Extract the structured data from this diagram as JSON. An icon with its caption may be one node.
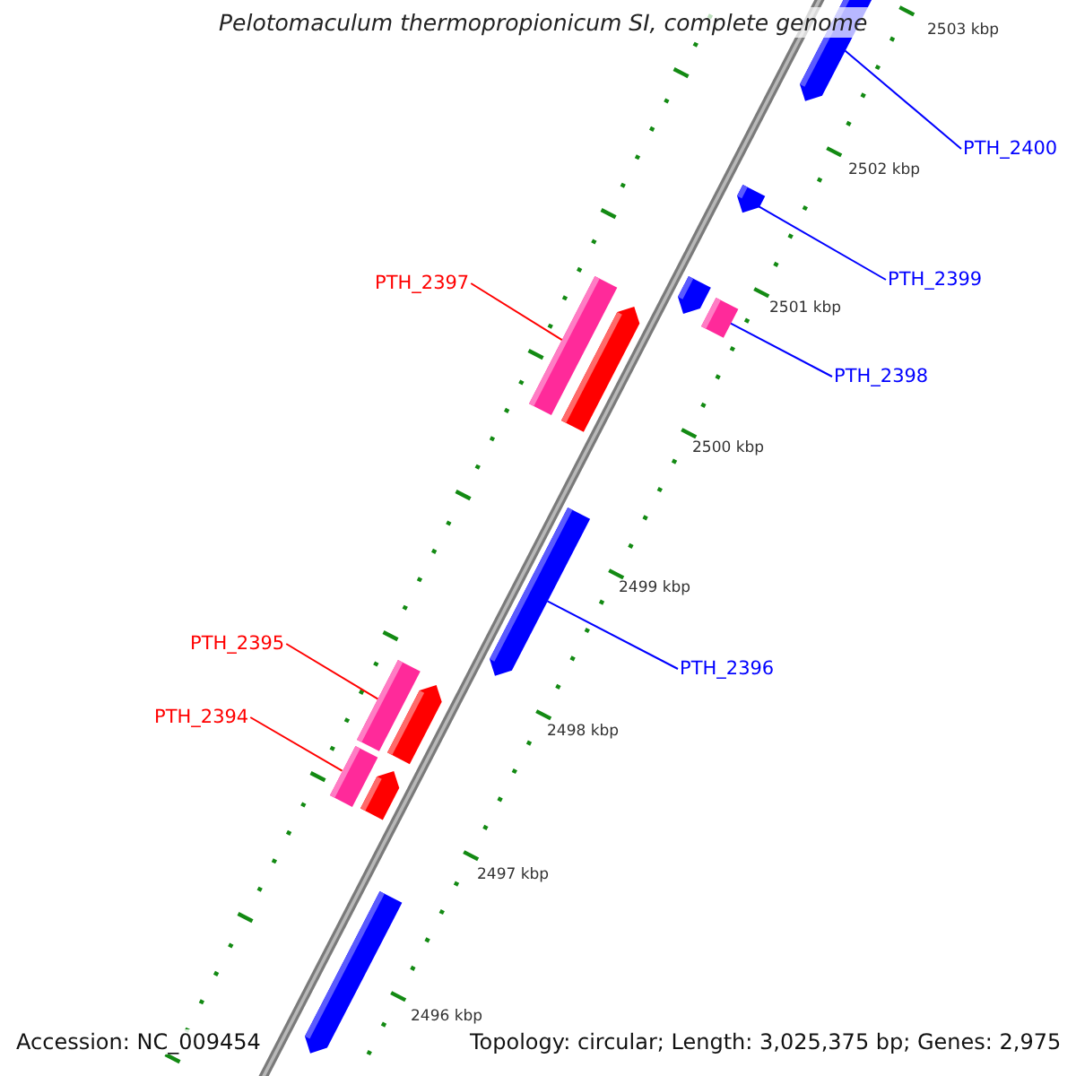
{
  "diagram": {
    "title": "Pelotomaculum thermopropionicum SI, complete genome",
    "nodes": [
      {
        "text": [],
        "shape": "bar"
      },
      {
        "text": [
          "PTH_2400"
        ]
      },
      {
        "text": [],
        "shape": "bar"
      },
      {
        "text": [
          "PTH_2399"
        ]
      },
      {
        "text": [
          "PTH_2397"
        ]
      },
      {
        "text": [],
        "shape": "bar"
      },
      {
        "text": [],
        "shape": "bar"
      },
      {
        "text": [],
        "shape": "bar"
      },
      {
        "text": [],
        "shape": "bar"
      },
      {
        "text": [
          "PTH_2398"
        ]
      },
      {
        "text": [],
        "shape": "bar"
      },
      {
        "text": [
          "PTH_2395"
        ]
      },
      {
        "text": [
          "PTH_2396"
        ]
      },
      {
        "text": [],
        "shape": "bar"
      },
      {
        "text": [
          "PTH_2394"
        ]
      },
      {
        "text": [],
        "shape": "bar"
      },
      {
        "text": [],
        "shape": "bar"
      },
      {
        "text": [],
        "shape": "bar"
      },
      {
        "text": [],
        "shape": "bar"
      }
    ],
    "edges": [
      {
        "from": 1,
        "to": 0,
        "arrow": "none",
        "color": "#0000ff"
      },
      {
        "from": 3,
        "to": 2,
        "arrow": "none",
        "color": "#0000ff"
      },
      {
        "from": 4,
        "to": 7,
        "arrow": "none",
        "color": "#ff0000"
      },
      {
        "from": 9,
        "to": 6,
        "arrow": "none",
        "color": "#0000ff"
      },
      {
        "from": 12,
        "to": 10,
        "arrow": "none",
        "color": "#0000ff"
      },
      {
        "from": 11,
        "to": 13,
        "arrow": "none",
        "color": "#ff0000"
      },
      {
        "from": 14,
        "to": 16,
        "arrow": "none",
        "color": "#ff0000"
      }
    ],
    "labels": [
      "2503 kbp",
      "2502 kbp",
      "2501 kbp",
      "2500 kbp",
      "2499 kbp",
      "2498 kbp",
      "2497 kbp",
      "2496 kbp",
      "Accession: NC_009454",
      "Topology: circular; Length: 3,025,375 bp; Genes: 2,975"
    ]
  }
}
